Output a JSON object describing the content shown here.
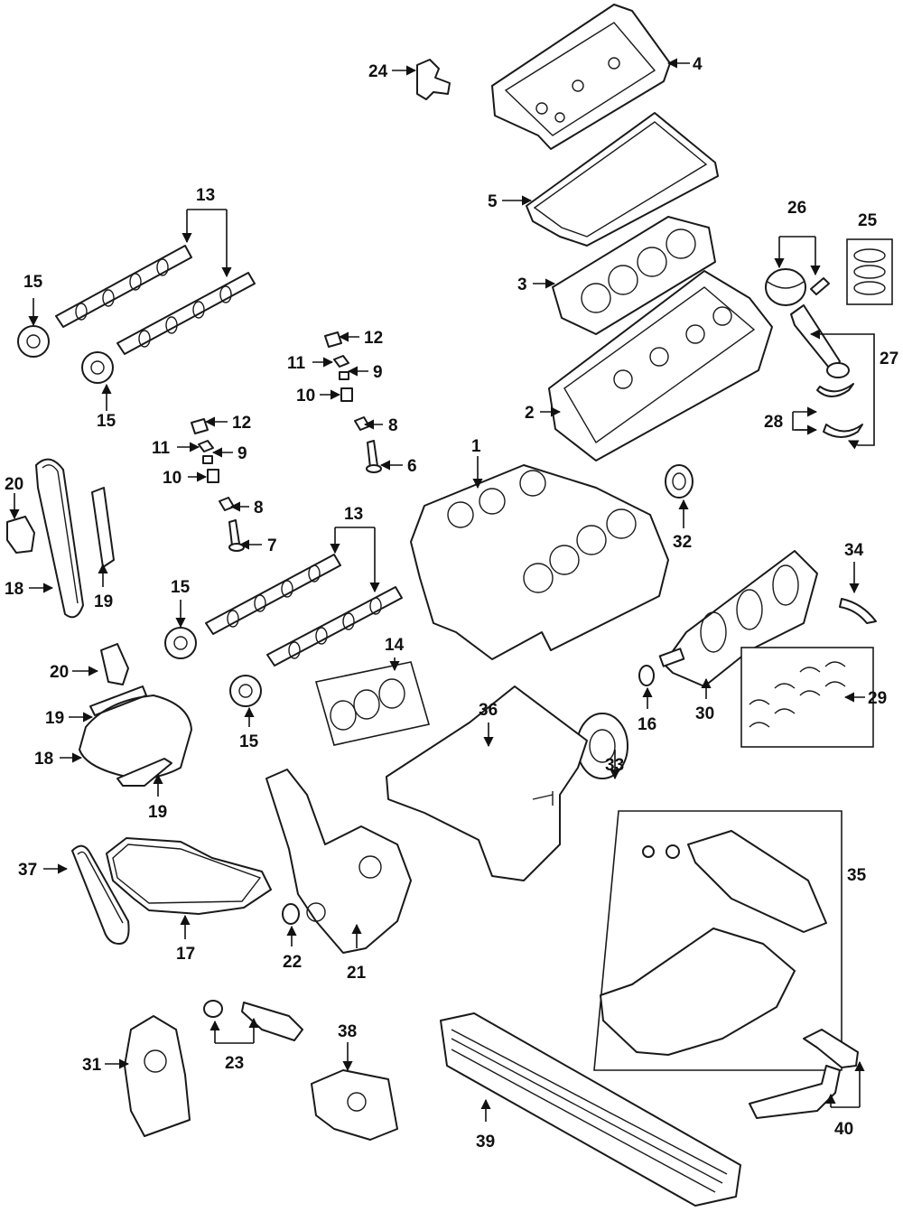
{
  "diagram": {
    "callouts": {
      "c1": "1",
      "c2": "2",
      "c3": "3",
      "c4": "4",
      "c5": "5",
      "c6": "6",
      "c7": "7",
      "c8a": "8",
      "c8b": "8",
      "c9a": "9",
      "c9b": "9",
      "c10a": "10",
      "c10b": "10",
      "c11a": "11",
      "c11b": "11",
      "c12a": "12",
      "c12b": "12",
      "c13a": "13",
      "c13b": "13",
      "c14": "14",
      "c15a": "15",
      "c15b": "15",
      "c15c": "15",
      "c15d": "15",
      "c16": "16",
      "c17": "17",
      "c18a": "18",
      "c18b": "18",
      "c19a": "19",
      "c19b": "19",
      "c19c": "19",
      "c20a": "20",
      "c20b": "20",
      "c21": "21",
      "c22": "22",
      "c23": "23",
      "c24": "24",
      "c25": "25",
      "c26": "26",
      "c27": "27",
      "c28": "28",
      "c29": "29",
      "c30": "30",
      "c31": "31",
      "c32": "32",
      "c33": "33",
      "c34": "34",
      "c35": "35",
      "c36": "36",
      "c37": "37",
      "c38": "38",
      "c39": "39",
      "c40": "40"
    },
    "line_color": "#1a1a1a",
    "background_color": "#ffffff"
  }
}
